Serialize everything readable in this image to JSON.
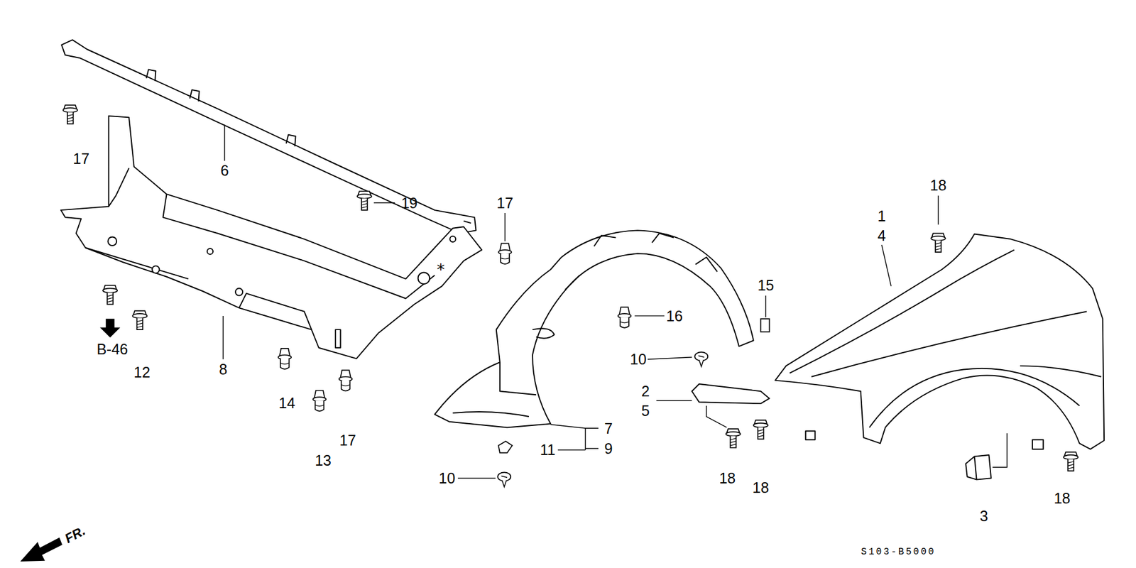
{
  "diagram": {
    "labels": [
      "17",
      "6",
      "19",
      "17",
      "18",
      "1",
      "4",
      "15",
      "16",
      "10",
      "2",
      "5",
      "B-46",
      "12",
      "8",
      "14",
      "13",
      "17",
      "7",
      "9",
      "11",
      "10",
      "18",
      "18",
      "18",
      "3",
      "FR.",
      "S103-B5000"
    ]
  }
}
